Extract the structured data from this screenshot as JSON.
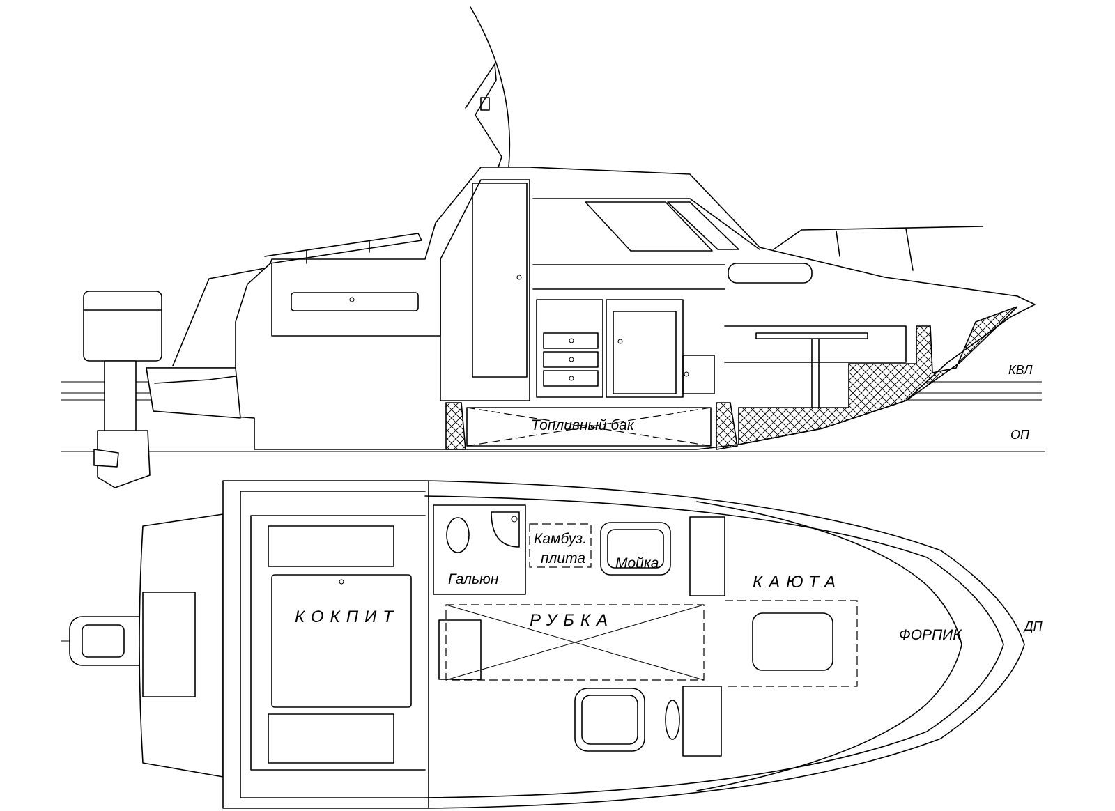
{
  "labels": {
    "kvl": "КВЛ",
    "op": "ОП",
    "dp": "ДП",
    "fuel_tank": "Топливный бак",
    "cockpit": "КОКПИТ",
    "wheelhouse": "РУБКА",
    "cabin": "КАЮТА",
    "forepeak": "ФОРПИК",
    "head": "Гальюн",
    "galley_stove_line1": "Камбуз.",
    "galley_stove_line2": "плита",
    "sink": "Мойка"
  }
}
